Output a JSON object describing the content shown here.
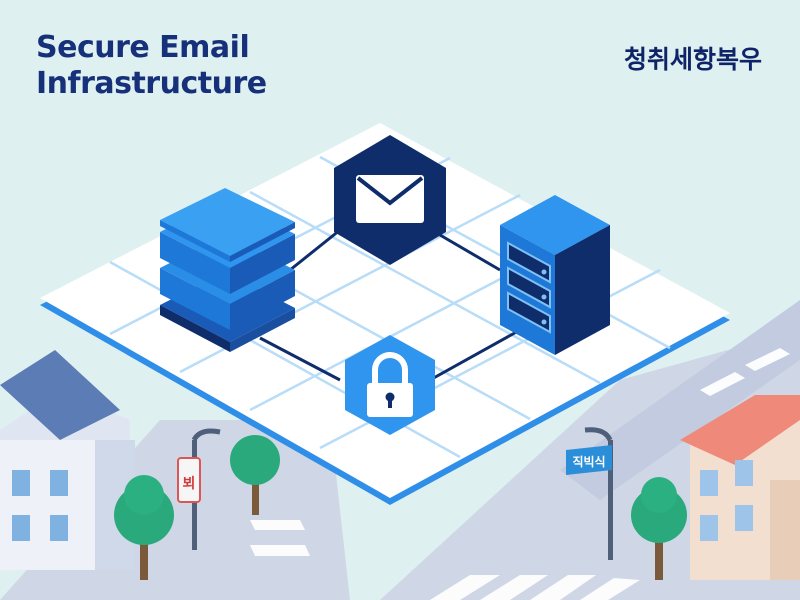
{
  "header": {
    "title_line1": "Secure Email",
    "title_line2": "Infrastructure",
    "brand": "청취세항복우"
  },
  "signs": {
    "street_sign_left": "뵈",
    "street_sign_right": "직빅식"
  },
  "icons": {
    "center_top": "envelope-icon",
    "left": "database-icon",
    "right": "server-rack-icon",
    "center_bottom": "padlock-icon"
  },
  "colors": {
    "background": "#dff0f1",
    "navy": "#0f2d6b",
    "brand_blue": "#1e88e5",
    "title_text": "#16307a",
    "platform": "#ffffff",
    "platform_edge": "#2f8ee8",
    "tree": "#2aa97c"
  }
}
